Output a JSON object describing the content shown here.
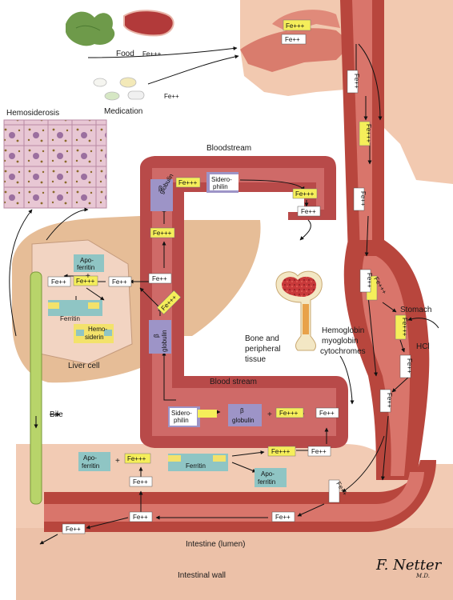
{
  "labels": {
    "food": "Food",
    "medication": "Medication",
    "hemosiderosis": "Hemosiderosis",
    "bloodstream_top": "Bloodstream",
    "blood_stream_bottom": "Blood stream",
    "liver_cell": "Liver cell",
    "bile": "Bile",
    "stomach": "Stomach",
    "hcl": "HCl",
    "bone_line1": "Bone and",
    "bone_line2": "peripheral",
    "bone_line3": "tissue",
    "hemo_line1": "Hemoglobin",
    "hemo_line2": "myoglobin",
    "hemo_line3": "cytochromes",
    "intestine_lumen": "Intestine (lumen)",
    "intestinal_wall": "Intestinal wall",
    "beta": "β",
    "globulin": "globulin",
    "sidero": "Sidero-",
    "philin": "philin",
    "apo": "Apo-",
    "ferritin_word": "ferritin",
    "ferritin": "Ferritin",
    "hemo": "Hemo-",
    "siderin": "siderin",
    "plus": "+",
    "fe3": "Fe+++",
    "fe2": "Fe++",
    "signature": "F. Netter",
    "signature_md": "M.D."
  },
  "colors": {
    "tissue": "#f2c9b0",
    "tissue_dark": "#d99a85",
    "gut": "#b8463d",
    "gut_light": "#d9756b",
    "vessel": "#b84a49",
    "vessel_inner": "#f4d6d0",
    "fe3_box": "#f5ee5a",
    "fe2_box": "#ffffff",
    "globulin": "#9d94c7",
    "apoferritin": "#8fc5c4",
    "ferritin_yellow": "#f3e26b",
    "bile": "#b8d46a",
    "liver": "#e6bd97",
    "bone": "#c8393a"
  }
}
